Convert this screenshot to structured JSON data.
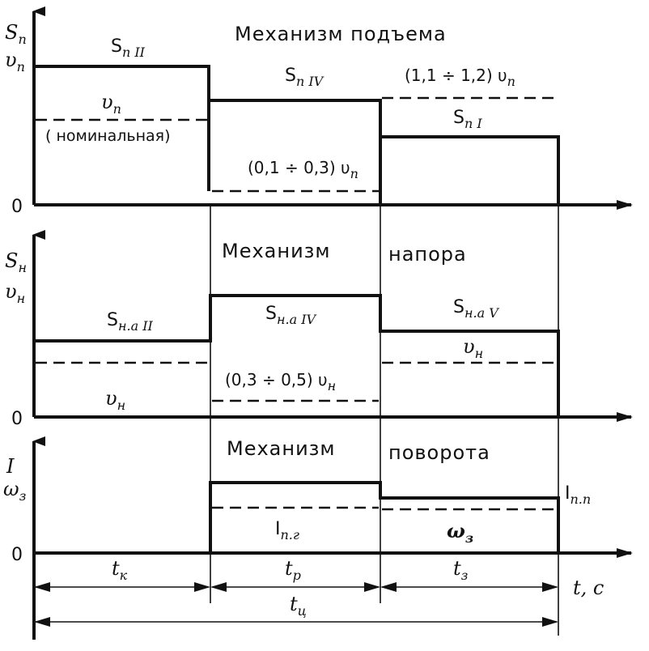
{
  "panels": {
    "hoist": {
      "title": "Механизм подъема",
      "y_axis_top": "S",
      "y_axis_top_sub": "п",
      "y_axis_bottom": "υ",
      "y_axis_bottom_sub": "п",
      "origin": "0",
      "seg1_label": "S",
      "seg1_label_sub": "п II",
      "seg2_label": "S",
      "seg2_label_sub": "п IV",
      "seg3_label": "S",
      "seg3_label_sub": "п I",
      "speed_label": "υ",
      "speed_label_sub": "п",
      "speed_note": "( номинальная)",
      "low_speed": "(0,1 ÷ 0,3) υ",
      "low_speed_sub": "п",
      "high_speed": "(1,1 ÷ 1,2) υ",
      "high_speed_sub": "п"
    },
    "crowd": {
      "title_left": "Механизм",
      "title_right": "напора",
      "y_axis_top": "S",
      "y_axis_top_sub": "н",
      "y_axis_bottom": "υ",
      "y_axis_bottom_sub": "н",
      "origin": "0",
      "seg1_label": "S",
      "seg1_label_sub": "н.а II",
      "seg2_label": "S",
      "seg2_label_sub": "н.а IV",
      "seg3_label": "S",
      "seg3_label_sub": "н.а V",
      "speed1": "υ",
      "speed1_sub": "н",
      "speed2": "(0,3 ÷ 0,5) υ",
      "speed2_sub": "н",
      "speed3": "υ",
      "speed3_sub": "н"
    },
    "swing": {
      "title_left": "Механизм",
      "title_right": "поворота",
      "y_axis_top": "I",
      "y_axis_bottom": "ω",
      "y_axis_bottom_sub": "з",
      "origin": "0",
      "current_label": "I",
      "current_label_sub": "п.г",
      "omega_label": "ω",
      "omega_label_sub": "з",
      "current_right": "I",
      "current_right_sub": "п.п"
    }
  },
  "time_axis": {
    "label": "t, c",
    "t1": "t",
    "t1_sub": "к",
    "t2": "t",
    "t2_sub": "р",
    "t3": "t",
    "t3_sub": "з",
    "total": "t",
    "total_sub": "ц"
  }
}
